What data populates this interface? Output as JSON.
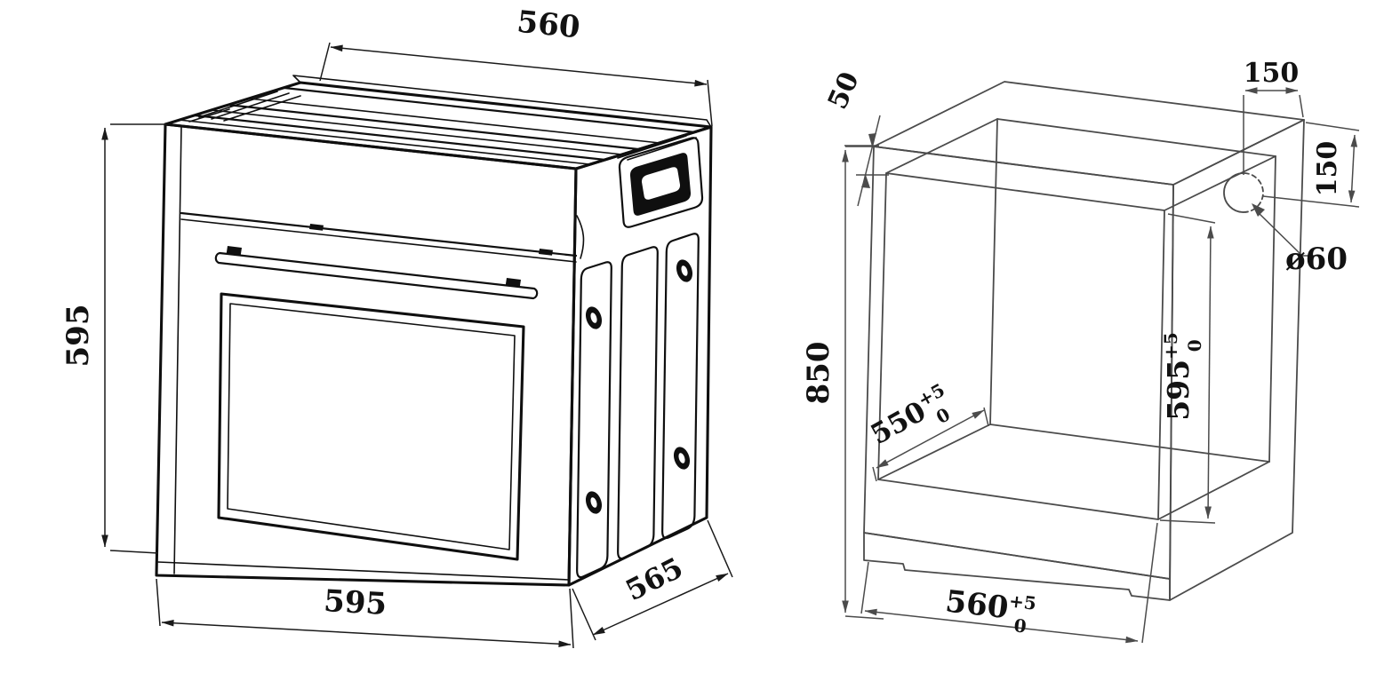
{
  "oven_view": {
    "top_width": "560",
    "height": "595",
    "front_width": "595",
    "depth": "565"
  },
  "cabinet_view": {
    "top_panel_thickness": "50",
    "hole_offset_horizontal": "150",
    "hole_offset_vertical": "150",
    "hole_diameter": "ø60",
    "overall_height": "850",
    "niche_height": {
      "value": "595",
      "tol_plus": "+5",
      "tol_minus": "0"
    },
    "niche_depth": {
      "value": "550",
      "tol_plus": "+5",
      "tol_minus": "0"
    },
    "niche_width": {
      "value": "560",
      "tol_plus": "+5",
      "tol_minus": "0"
    }
  }
}
